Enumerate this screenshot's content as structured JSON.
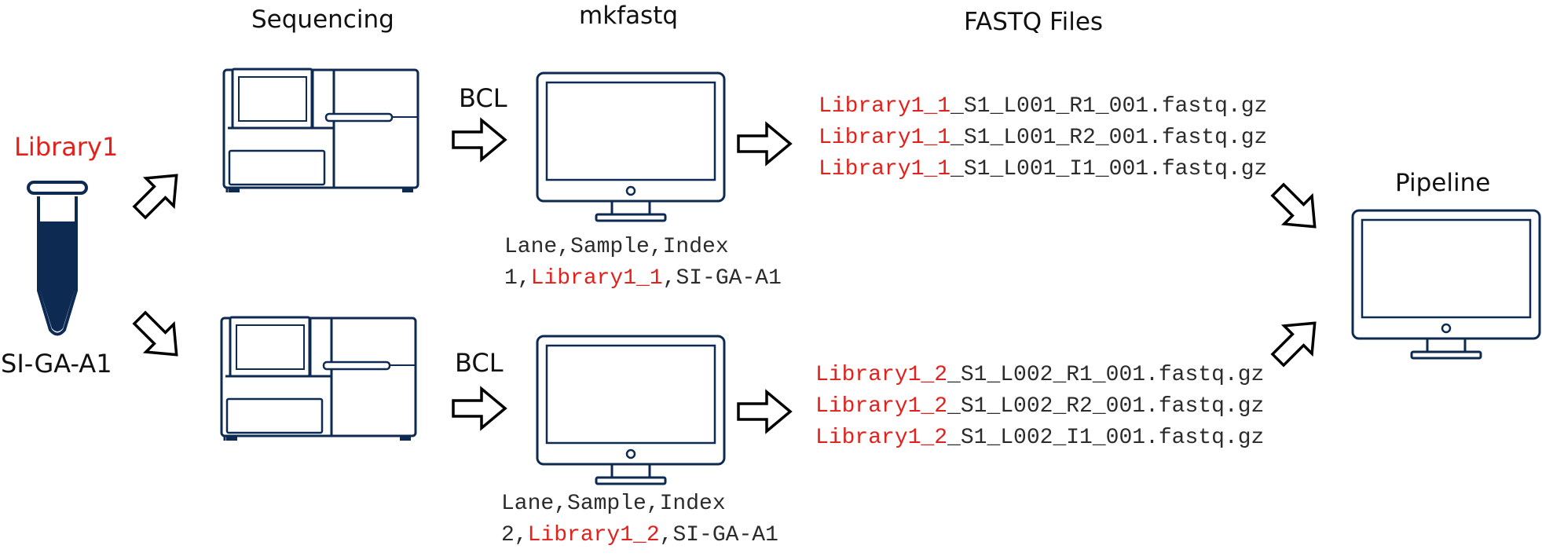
{
  "colors": {
    "navy": "#0d2a52",
    "highlight_red": "#e3211c",
    "text": "#111111"
  },
  "headings": {
    "sequencing": "Sequencing",
    "mkfastq": "mkfastq",
    "fastq_files": "FASTQ Files",
    "pipeline": "Pipeline"
  },
  "library": {
    "name": "Library1",
    "index": "SI-GA-A1",
    "icon": "sample-tube-icon"
  },
  "flow_labels": {
    "bcl_top": "BCL",
    "bcl_bottom": "BCL"
  },
  "icons": {
    "sequencer": "sequencer-icon",
    "monitor": "monitor-icon",
    "arrow": "arrow-icon"
  },
  "samplesheet_top": {
    "header": "Lane,Sample,Index",
    "row_prefix": "1,",
    "row_sample": "Library1_1",
    "row_suffix": ",SI-GA-A1"
  },
  "samplesheet_bottom": {
    "header": "Lane,Sample,Index",
    "row_prefix": "2,",
    "row_sample": "Library1_2",
    "row_suffix": ",SI-GA-A1"
  },
  "fastq_top": [
    {
      "sample": "Library1_1",
      "rest": "_S1_L001_R1_001.fastq.gz"
    },
    {
      "sample": "Library1_1",
      "rest": "_S1_L001_R2_001.fastq.gz"
    },
    {
      "sample": "Library1_1",
      "rest": "_S1_L001_I1_001.fastq.gz"
    }
  ],
  "fastq_bottom": [
    {
      "sample": "Library1_2",
      "rest": "_S1_L002_R1_001.fastq.gz"
    },
    {
      "sample": "Library1_2",
      "rest": "_S1_L002_R2_001.fastq.gz"
    },
    {
      "sample": "Library1_2",
      "rest": "_S1_L002_I1_001.fastq.gz"
    }
  ]
}
